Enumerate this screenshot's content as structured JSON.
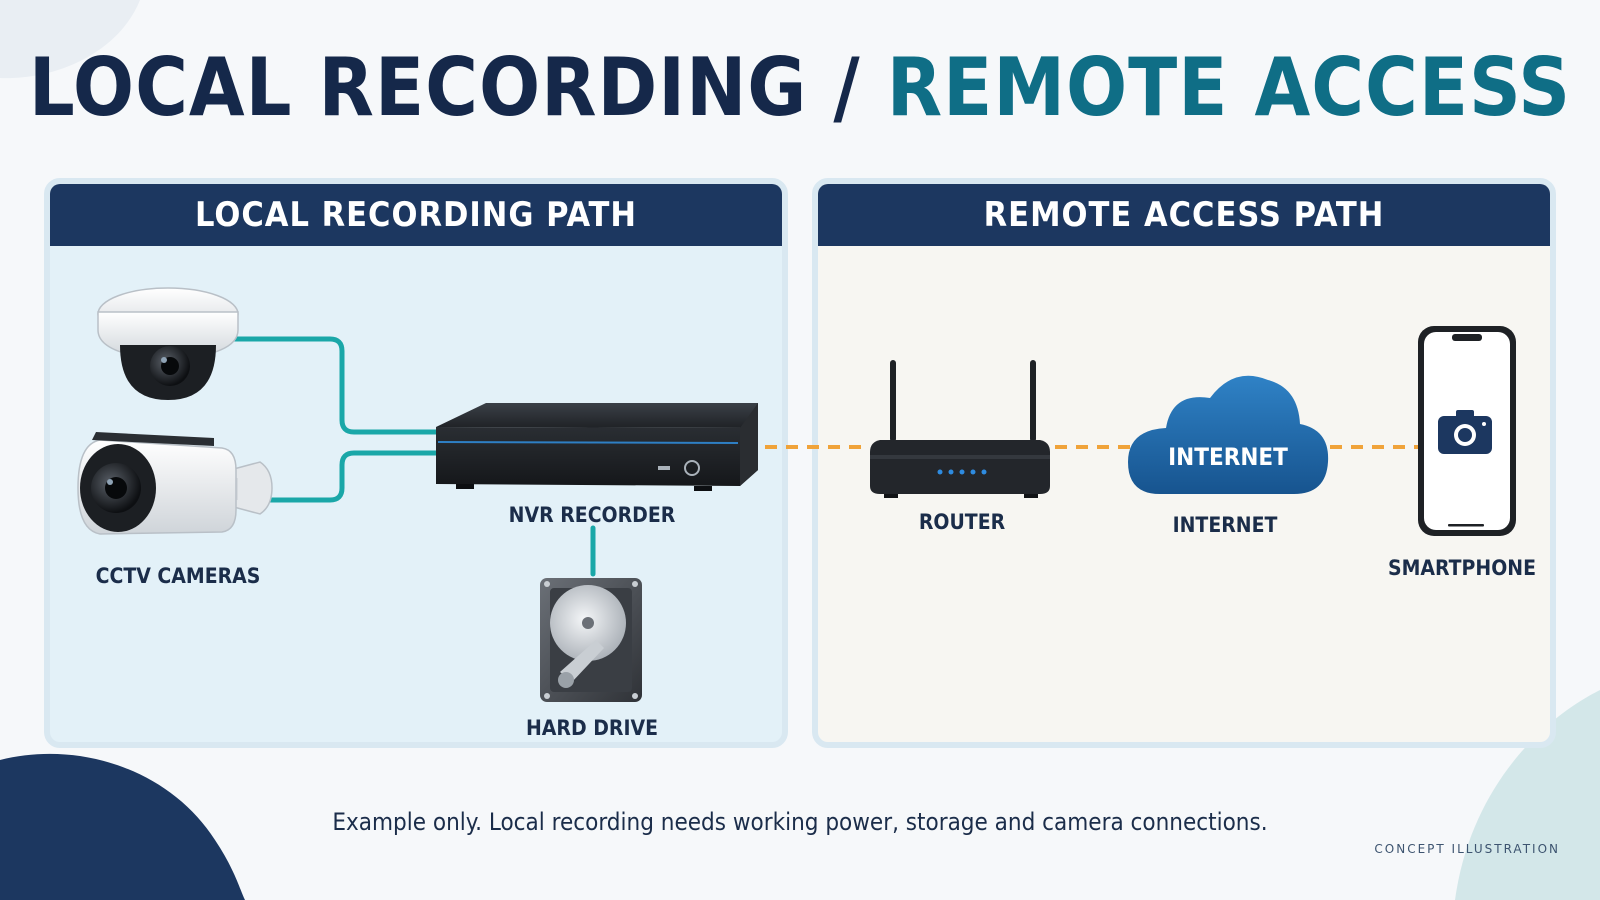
{
  "title": {
    "part1": "LOCAL RECORDING",
    "separator": "/",
    "part2": "REMOTE ACCESS"
  },
  "panels": {
    "local": {
      "header": "LOCAL RECORDING PATH"
    },
    "remote": {
      "header": "REMOTE ACCESS PATH"
    }
  },
  "nodes": {
    "cameras": {
      "label": "CCTV CAMERAS",
      "icon": "cctv-camera-icon"
    },
    "nvr": {
      "label": "NVR RECORDER",
      "icon": "nvr-recorder-icon"
    },
    "hard_drive": {
      "label": "HARD DRIVE",
      "icon": "hard-drive-icon"
    },
    "router": {
      "label": "ROUTER",
      "icon": "router-icon"
    },
    "internet": {
      "label": "INTERNET",
      "cloud_text": "INTERNET",
      "icon": "cloud-icon"
    },
    "smartphone": {
      "label": "SMARTPHONE",
      "icon": "smartphone-camera-icon"
    }
  },
  "footer": {
    "note": "Example only. Local recording needs working power, storage and camera connections.",
    "tag": "CONCEPT ILLUSTRATION"
  },
  "colors": {
    "navy": "#1c3760",
    "teal": "#1aa7a8",
    "orange_dashed": "#f0a33a",
    "cloud_blue": "#1e69b0"
  }
}
